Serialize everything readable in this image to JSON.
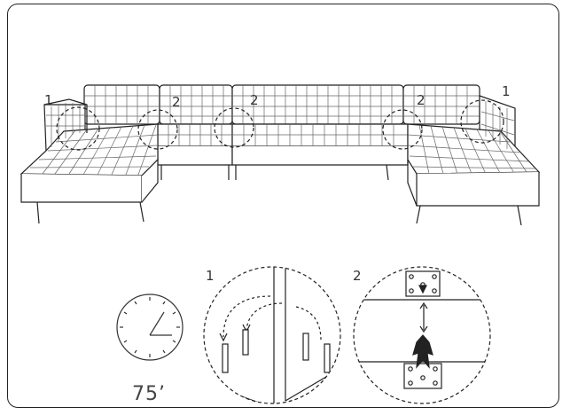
{
  "callouts": {
    "left_arm": "1",
    "left_joint": "2",
    "center_joint": "2",
    "right_joint": "2",
    "right_arm": "1"
  },
  "details": {
    "detail1_number": "1",
    "detail2_number": "2"
  },
  "time": {
    "value": "75’",
    "icon": "clock-icon"
  }
}
